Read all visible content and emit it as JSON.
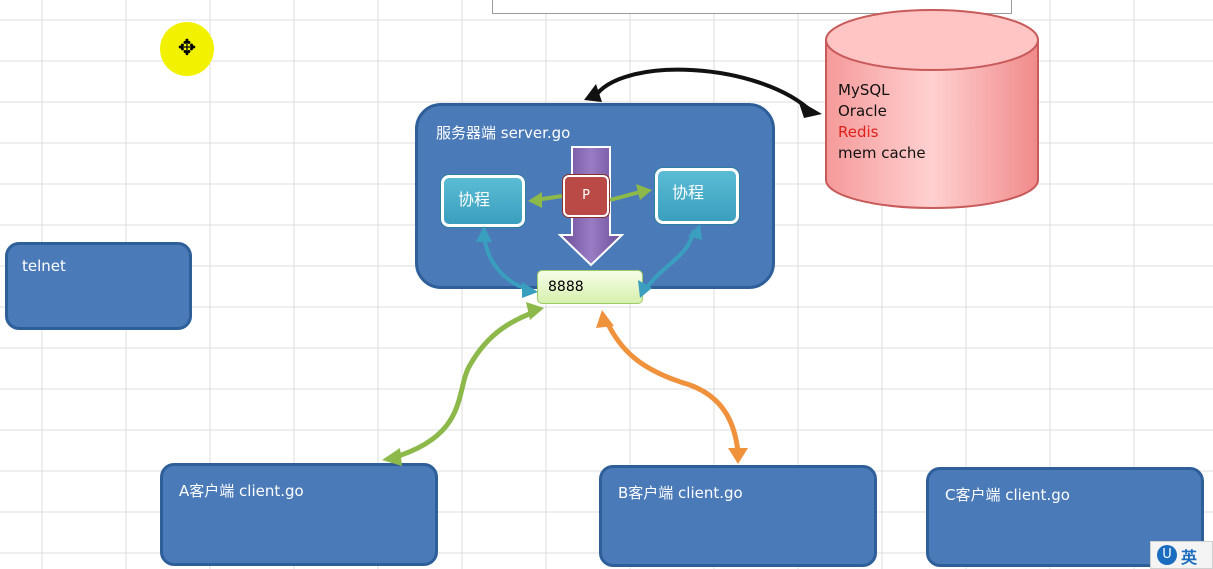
{
  "server": {
    "label": "服务器端  server.go"
  },
  "coroutines": {
    "left_label": "协程",
    "right_label": "协程"
  },
  "processor": {
    "label": "P"
  },
  "port": {
    "label": "8888"
  },
  "database": {
    "items": [
      "MySQL",
      "Oracle",
      "Redis",
      "mem cache"
    ],
    "highlight_index": 2
  },
  "telnet": {
    "label": "telnet"
  },
  "clients": [
    {
      "label": "A客户端 client.go"
    },
    {
      "label": "B客户端  client.go"
    },
    {
      "label": "C客户端  client.go"
    }
  ],
  "cursor": {
    "icon": "move-cursor-icon"
  },
  "ime": {
    "icon": "ime-u-icon",
    "label": "英"
  },
  "colors": {
    "box_fill": "#4a7ab8",
    "box_border": "#2f5f99",
    "coroutine": "#3a9fbe",
    "processor": "#b94a45",
    "arrow_blue": "#3a9fbe",
    "arrow_green": "#8db84a",
    "arrow_orange": "#f0913c",
    "arrow_purple": "#7b5aa6",
    "db_fill": "#f9a6a6",
    "highlight": "#e0201a"
  }
}
